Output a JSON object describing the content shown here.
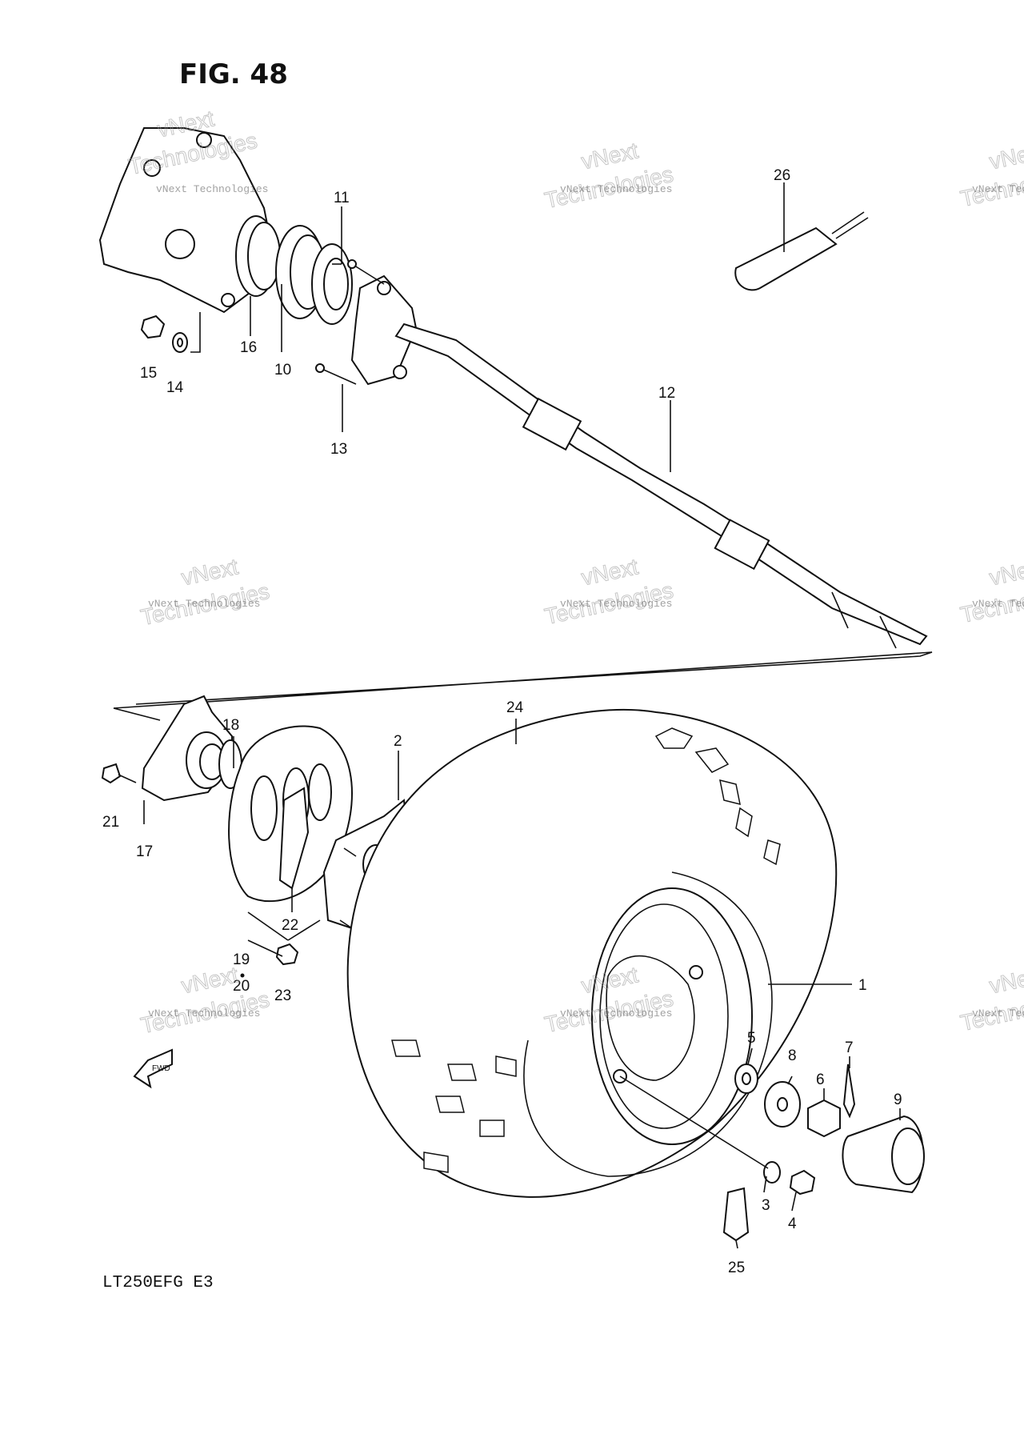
{
  "figure": {
    "title": "FIG. 48",
    "model": "LT250EFG E3"
  },
  "fwd_label": "FWD",
  "watermark": {
    "company": "vNext Technologies",
    "line1": "vNext",
    "line2": "Technologies"
  },
  "callouts": [
    "1",
    "2",
    "3",
    "4",
    "5",
    "6",
    "7",
    "8",
    "9",
    "10",
    "11",
    "12",
    "13",
    "14",
    "15",
    "16",
    "17",
    "18",
    "19",
    "20",
    "21",
    "22",
    "23",
    "24",
    "25",
    "26"
  ]
}
